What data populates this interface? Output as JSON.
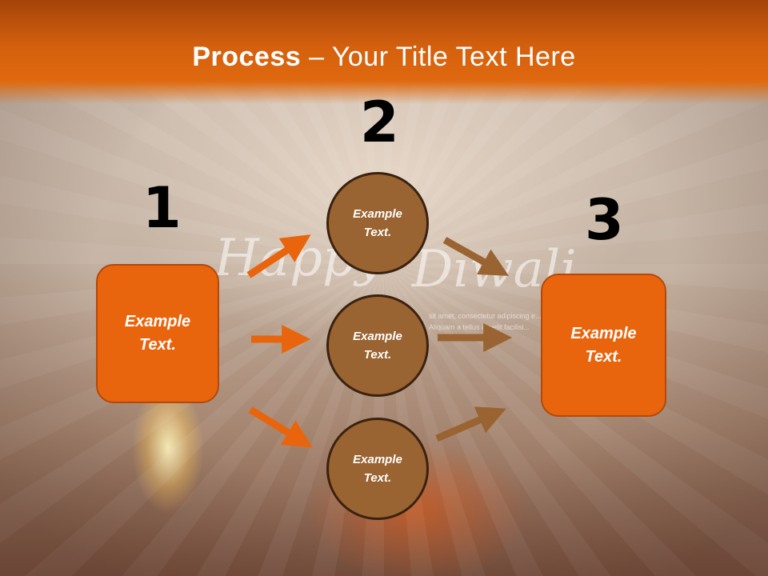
{
  "slide": {
    "title_bold": "Process",
    "title_rest": " – Your Title Text Here"
  },
  "background": {
    "greeting_word_1": "Happy",
    "greeting_word_2": "Diwali",
    "fine_print": "sit amet, consectetur adipiscing e... Aliquam a tellus id velit facilisi..."
  },
  "steps": [
    {
      "number": "1",
      "label": "Example\nText."
    },
    {
      "number": "2",
      "items": [
        "Example\nText.",
        "Example\nText.",
        "Example\nText."
      ]
    },
    {
      "number": "3",
      "label": "Example\nText."
    }
  ],
  "colors": {
    "header": "#e0690f",
    "box_fill": "#e8650e",
    "circle_fill": "#9a6332",
    "arrow_in": "#e8650e",
    "arrow_out": "#9a6332"
  }
}
